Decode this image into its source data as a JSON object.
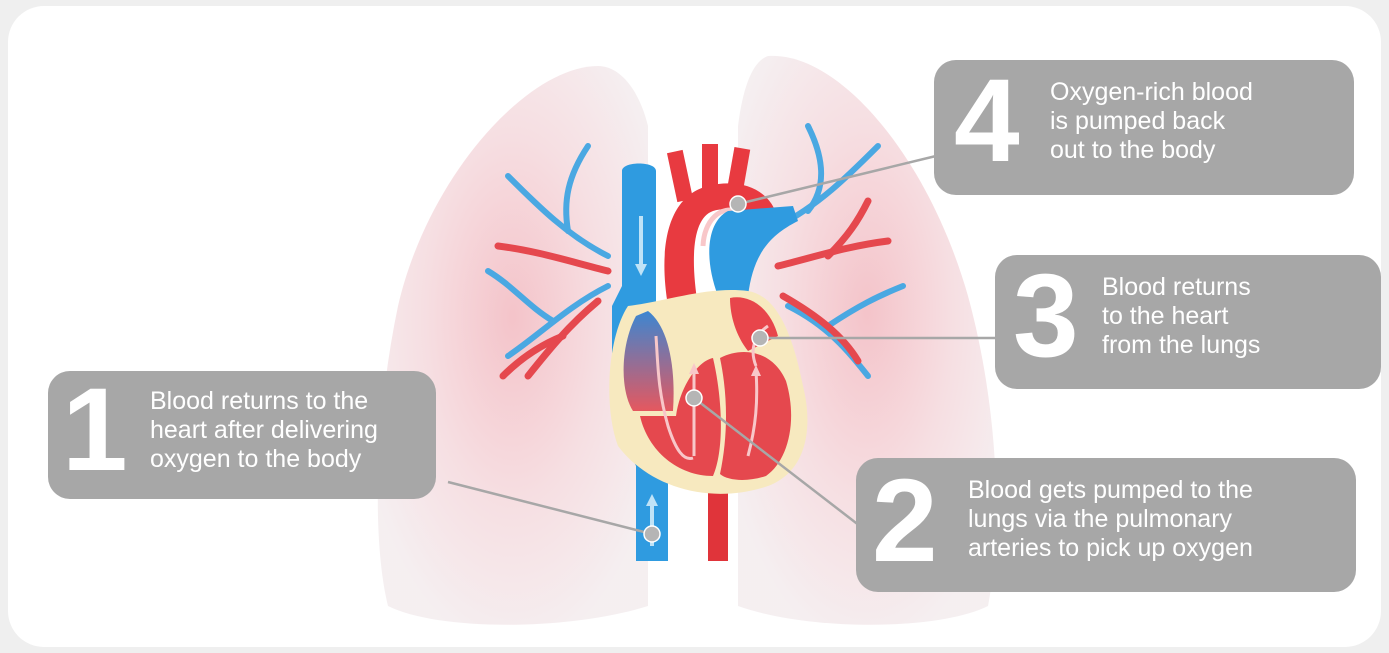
{
  "colors": {
    "callout_bg": "#a7a7a7",
    "deoxygenated": "#2f9be0",
    "oxygenated": "#e83a40",
    "heart_wall": "#f7e9bf",
    "lungs": "#f3d9dd"
  },
  "steps": [
    {
      "number": "1",
      "lines": [
        "Blood returns to the",
        "heart after delivering",
        "oxygen to the body"
      ]
    },
    {
      "number": "2",
      "lines": [
        "Blood gets pumped to the",
        "lungs via the pulmonary",
        "arteries to pick up oxygen"
      ]
    },
    {
      "number": "3",
      "lines": [
        "Blood returns",
        "to the heart",
        "from the lungs"
      ]
    },
    {
      "number": "4",
      "lines": [
        "Oxygen-rich blood",
        "is pumped back",
        "out to the body"
      ]
    }
  ]
}
